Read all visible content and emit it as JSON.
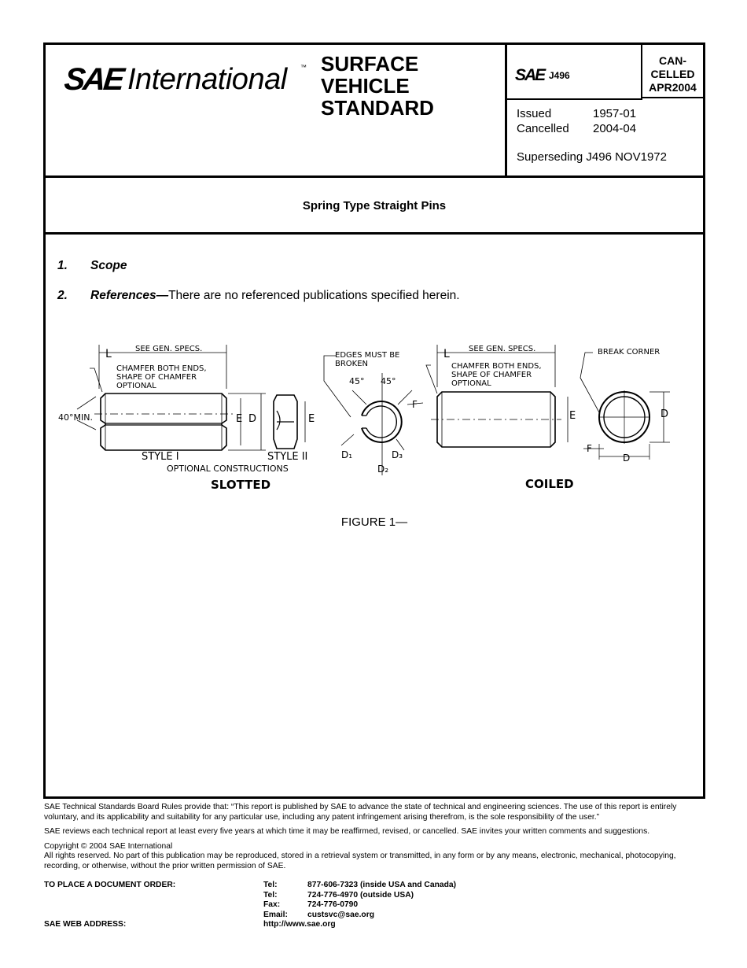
{
  "header": {
    "logo_mark": "SAE",
    "logo_text": "International",
    "logo_tm": "™",
    "doc_type_lines": [
      "SURFACE",
      "VEHICLE",
      "STANDARD"
    ],
    "mini_logo": "SAE",
    "doc_number": "J496",
    "status_lines": [
      "CAN-",
      "CELLED",
      "APR2004"
    ],
    "issued_label": "Issued",
    "issued_value": "1957-01",
    "cancelled_label": "Cancelled",
    "cancelled_value": "2004-04",
    "superseding": "Superseding J496 NOV1972"
  },
  "title": "Spring Type Straight Pins",
  "sections": [
    {
      "num": "1.",
      "heading": "Scope",
      "text": ""
    },
    {
      "num": "2.",
      "heading": "References—",
      "text": "There are no referenced publications specified herein."
    }
  ],
  "figure": {
    "caption": "FIGURE 1—",
    "labels": {
      "l_left": "L",
      "see_gen_left": "SEE GEN. SPECS.",
      "chamfer_left_1": "CHAMFER BOTH ENDS,",
      "chamfer_left_2": "SHAPE OF CHAMFER",
      "chamfer_left_3": "OPTIONAL",
      "angle": "40°MIN.",
      "e_left": "E",
      "d_left": "D",
      "e_style2": "E",
      "style1": "STYLE I",
      "style2": "STYLE II",
      "optional": "OPTIONAL CONSTRUCTIONS",
      "slotted": "SLOTTED",
      "edges_1": "EDGES MUST BE",
      "edges_2": "BROKEN",
      "deg_a": "45°",
      "deg_b": "45°",
      "f_slot": "F",
      "d1": "D₁",
      "d2": "D₂",
      "d3": "D₃",
      "l_right": "L",
      "see_gen_right": "SEE GEN. SPECS.",
      "chamfer_right_1": "CHAMFER BOTH ENDS,",
      "chamfer_right_2": "SHAPE OF CHAMFER",
      "chamfer_right_3": "OPTIONAL",
      "e_right": "E",
      "coiled": "COILED",
      "break_corner": "BREAK CORNER",
      "d_coil": "D",
      "f_coil": "F",
      "d_coil_bottom": "D"
    }
  },
  "footer": {
    "rules": "SAE Technical Standards Board Rules provide that: “This report is published by SAE to advance the state of technical and engineering sciences. The use of this report is entirely voluntary, and its applicability and suitability for any particular use, including any patent infringement arising therefrom, is the sole responsibility of the user.”",
    "review": "SAE reviews each technical report at least every five years at which time it may be reaffirmed, revised, or cancelled. SAE invites your written comments and suggestions.",
    "copyright": "Copyright © 2004 SAE International",
    "rights": "All rights reserved. No part of this publication may be reproduced, stored in a retrieval system or transmitted, in any form or by any means, electronic, mechanical, photocopying, recording, or otherwise, without the prior written permission of SAE.",
    "order_label": "TO PLACE A DOCUMENT ORDER:",
    "web_label": "SAE WEB ADDRESS:",
    "contacts": [
      {
        "label": "Tel:",
        "value": "877-606-7323 (inside USA and Canada)"
      },
      {
        "label": "Tel:",
        "value": "724-776-4970 (outside USA)"
      },
      {
        "label": "Fax:",
        "value": "724-776-0790"
      },
      {
        "label": "Email:",
        "value": "custsvc@sae.org"
      }
    ],
    "web": "http://www.sae.org"
  }
}
